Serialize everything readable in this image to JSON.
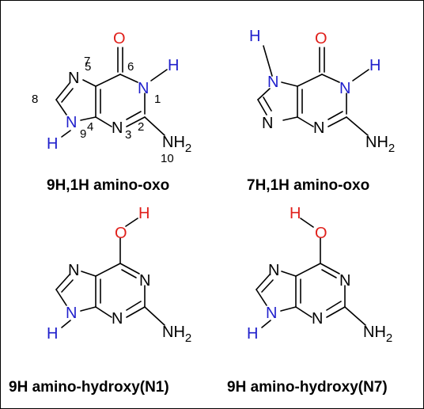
{
  "colors": {
    "bond": "#000000",
    "nitrogen": "#000000",
    "hydrogen_on_n": "#1f1fcc",
    "oxygen": "#e0201b",
    "text": "#000000"
  },
  "atoms": {
    "N": "N",
    "H": "H",
    "O": "O",
    "NH": "NH",
    "sub2": "2"
  },
  "numbering": {
    "n1": "1",
    "n2": "2",
    "n3": "3",
    "n4": "4",
    "n5": "5",
    "n6": "6",
    "n7": "7",
    "n8": "8",
    "n9": "9",
    "n10": "10"
  },
  "structures": [
    {
      "caption": "9H,1H amino-oxo"
    },
    {
      "caption": "7H,1H amino-oxo"
    },
    {
      "caption": "9H amino-hydroxy(N1)"
    },
    {
      "caption": "9H amino-hydroxy(N7)"
    }
  ]
}
